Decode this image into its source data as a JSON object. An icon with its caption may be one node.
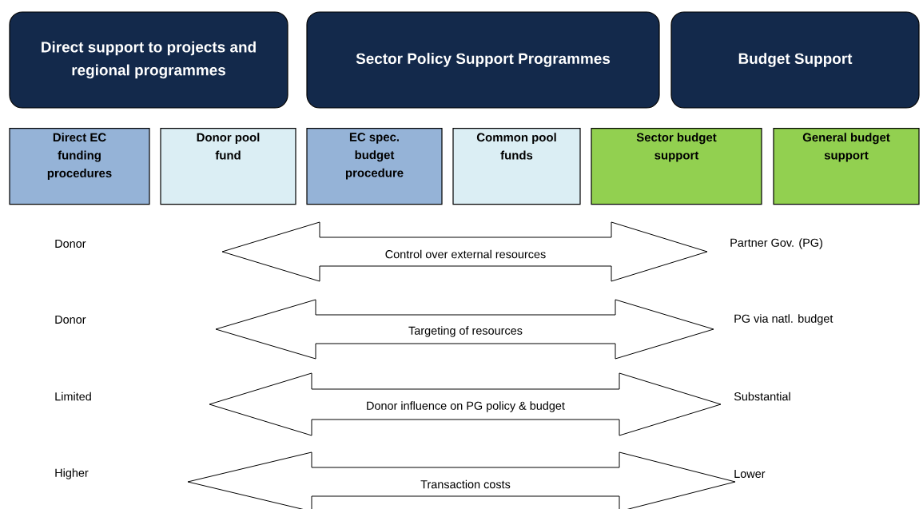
{
  "diagram": {
    "nodes": [
      {
        "text": [
          "Direct support to projects and regional programmes"
        ]
      },
      {
        "text": [
          "Sector Policy Support Programmes"
        ]
      },
      {
        "text": [
          "Budget Support"
        ]
      },
      {
        "text": [
          "Direct EC funding procedures"
        ]
      },
      {
        "text": [
          "Donor pool fund"
        ]
      },
      {
        "text": [
          "EC spec. budget procedure"
        ]
      },
      {
        "text": [
          "Common pool funds"
        ]
      },
      {
        "text": [
          "Sector budget support"
        ]
      },
      {
        "text": [
          "General budget support"
        ]
      },
      {
        "text": [
          "Control over external resources"
        ]
      },
      {
        "text": [
          "Targeting of resources"
        ]
      },
      {
        "text": [
          "Donor influence on PG policy & budget"
        ]
      },
      {
        "text": [
          "Transaction costs"
        ]
      }
    ],
    "labels": [
      "Donor",
      "Partner Gov. (PG)",
      "Donor",
      "PG via natl. budget",
      "Limited",
      "Substantial",
      "Higher",
      "Lower"
    ]
  }
}
